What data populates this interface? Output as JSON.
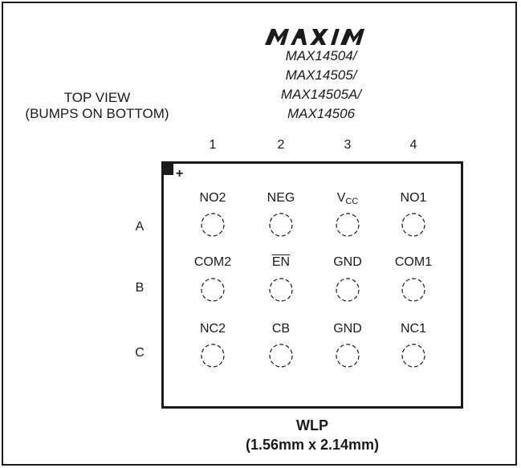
{
  "brand": {
    "logo_text": "MAXIM"
  },
  "parts": [
    "MAX14504/",
    "MAX14505/",
    "MAX14505A/",
    "MAX14506"
  ],
  "view": {
    "line1": "TOP VIEW",
    "line2": "(BUMPS ON BOTTOM)"
  },
  "columns": [
    "1",
    "2",
    "3",
    "4"
  ],
  "rows": [
    "A",
    "B",
    "C"
  ],
  "pin1_marker": "+",
  "pins": {
    "a1": "NO2",
    "a2": "NEG",
    "a3_main": "V",
    "a3_sub": "CC",
    "a4": "NO1",
    "b1": "COM2",
    "b2": "EN",
    "b3": "GND",
    "b4": "COM1",
    "c1": "NC2",
    "c2": "CB",
    "c3": "GND",
    "c4": "NC1"
  },
  "package": {
    "name": "WLP",
    "dims": "(1.56mm x 2.14mm)"
  }
}
